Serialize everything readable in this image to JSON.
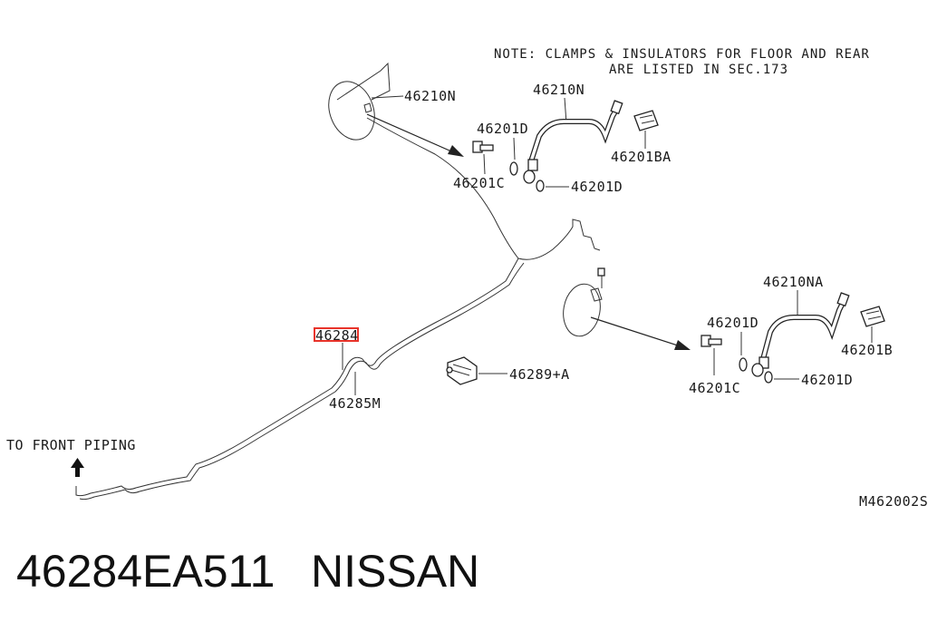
{
  "note": {
    "line1": "NOTE: CLAMPS & INSULATORS FOR FLOOR AND REAR",
    "line2": "ARE LISTED IN SEC.173"
  },
  "labels": {
    "hose_top_callout": "46210N",
    "hose_top": "46210N",
    "washer_top_a": "46201D",
    "bolt_top": "46201C",
    "washer_top_b": "46201D",
    "clip_top": "46201BA",
    "hose_right": "46210NA",
    "washer_right_a": "46201D",
    "bolt_right": "46201C",
    "washer_right_b": "46201D",
    "clip_right": "46201B",
    "tube_main": "46284",
    "tube_main_prefix": "4628",
    "tube_main_suffix": "4",
    "tube_sub": "46285M",
    "clamp": "46289+A",
    "front_piping": "TO FRONT PIPING",
    "diagram_code": "M462002S"
  },
  "caption": {
    "part_number": "46284EA511",
    "brand": "NISSAN"
  },
  "colors": {
    "highlight": "#e8332a",
    "ink": "#222222"
  }
}
